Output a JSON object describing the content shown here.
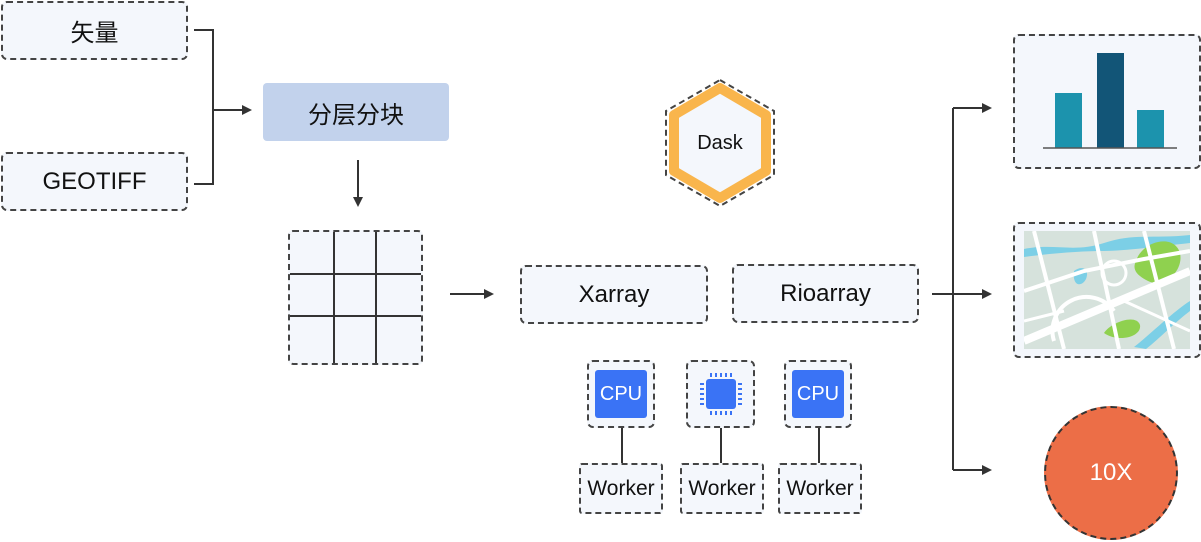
{
  "inputs": [
    {
      "label": "矢量"
    },
    {
      "label": "GEOTIFF"
    }
  ],
  "tiling": {
    "label": "分层分块",
    "grid_rows": 3,
    "grid_cols": 3
  },
  "engine": {
    "label": "Dask"
  },
  "arrays": [
    {
      "label": "Xarray"
    },
    {
      "label": "Rioarray"
    }
  ],
  "workers": [
    {
      "chip": "CPU",
      "chip_type": "cpu-label-icon",
      "label": "Worker"
    },
    {
      "chip": "",
      "chip_type": "chip-icon",
      "label": "Worker"
    },
    {
      "chip": "CPU",
      "chip_type": "cpu-label-icon",
      "label": "Worker"
    }
  ],
  "outputs": {
    "chart_icon": "bar-chart-icon",
    "map_icon": "map-icon",
    "speedup": {
      "label": "10X"
    }
  },
  "colors": {
    "box_fill": "#f4f7fc",
    "tiling_fill": "#c2d2ec",
    "dask_hex": "#f9b54c",
    "cpu_blue": "#3a73f5",
    "bar_light": "#1c93ad",
    "bar_dark": "#125577",
    "speedup_circle": "#ec6e47"
  }
}
